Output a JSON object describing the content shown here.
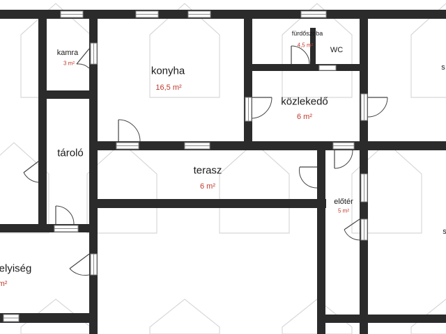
{
  "colors": {
    "wall": "#2b2b2b",
    "area_text": "#c0392b",
    "label_text": "#1a1a1a"
  },
  "rooms": {
    "kamra": {
      "name": "kamra",
      "area": "3 m²"
    },
    "konyha": {
      "name": "konyha",
      "area": "16,5 m²"
    },
    "furdoszoba": {
      "name": "fürdőszoba",
      "area": "4,5 m²"
    },
    "wc": {
      "name": "WC"
    },
    "kozlekedo": {
      "name": "közlekedő",
      "area": "6 m²"
    },
    "tarolo": {
      "name": "tároló"
    },
    "terasz": {
      "name": "terasz",
      "area": "6 m²"
    },
    "eloter": {
      "name": "előtér",
      "area": "5 m²"
    },
    "helyiseg": {
      "name": "elyiség",
      "area": "m²"
    }
  },
  "edge_fragments": {
    "right_top": "s",
    "right_mid": "s"
  }
}
